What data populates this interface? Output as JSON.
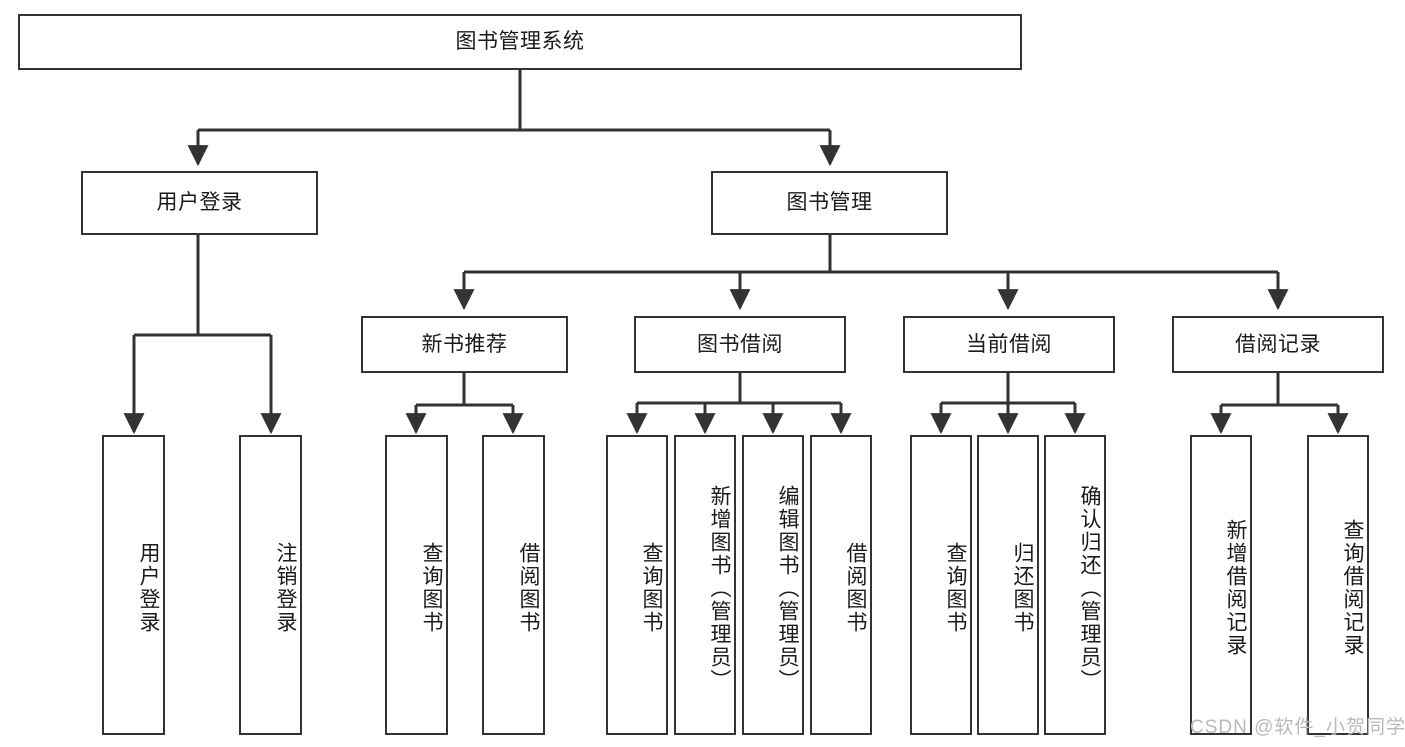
{
  "diagram": {
    "title": "图书管理系统",
    "type": "tree-hierarchy-diagram",
    "style": {
      "background": "#ffffff",
      "node_border": "#333333",
      "node_fill": "#ffffff",
      "edge_color": "#333333",
      "text_color": "#1b1b1b",
      "watermark_color": "#b9b9b9"
    },
    "root": {
      "id": "root",
      "label": "图书管理系统"
    },
    "level2": [
      {
        "id": "user-login",
        "label": "用户登录"
      },
      {
        "id": "book-management",
        "label": "图书管理"
      }
    ],
    "level3": [
      {
        "id": "new-book-recommend",
        "label": "新书推荐"
      },
      {
        "id": "book-borrow",
        "label": "图书借阅"
      },
      {
        "id": "current-borrow",
        "label": "当前借阅"
      },
      {
        "id": "borrow-record",
        "label": "借阅记录"
      }
    ],
    "leaves": {
      "user_login": [
        {
          "id": "leaf-user-login",
          "label": "用户登录"
        },
        {
          "id": "leaf-logout-login",
          "label": "注销登录"
        }
      ],
      "new_book_recommend": [
        {
          "id": "leaf-query-book-1",
          "label": "查询图书"
        },
        {
          "id": "leaf-borrow-book-1",
          "label": "借阅图书"
        }
      ],
      "book_borrow": [
        {
          "id": "leaf-query-book-2",
          "label": "查询图书"
        },
        {
          "id": "leaf-add-book",
          "label": "新增图书（管理员）"
        },
        {
          "id": "leaf-edit-book",
          "label": "编辑图书（管理员）"
        },
        {
          "id": "leaf-borrow-book-2",
          "label": "借阅图书"
        }
      ],
      "current_borrow": [
        {
          "id": "leaf-query-book-3",
          "label": "查询图书"
        },
        {
          "id": "leaf-return-book",
          "label": "归还图书"
        },
        {
          "id": "leaf-confirm-return",
          "label": "确认归还（管理员）"
        }
      ],
      "borrow_record": [
        {
          "id": "leaf-add-record",
          "label": "新增借阅记录"
        },
        {
          "id": "leaf-query-record",
          "label": "查询借阅记录"
        }
      ]
    }
  },
  "watermark": {
    "text": "CSDN @软件_小贺同学"
  }
}
